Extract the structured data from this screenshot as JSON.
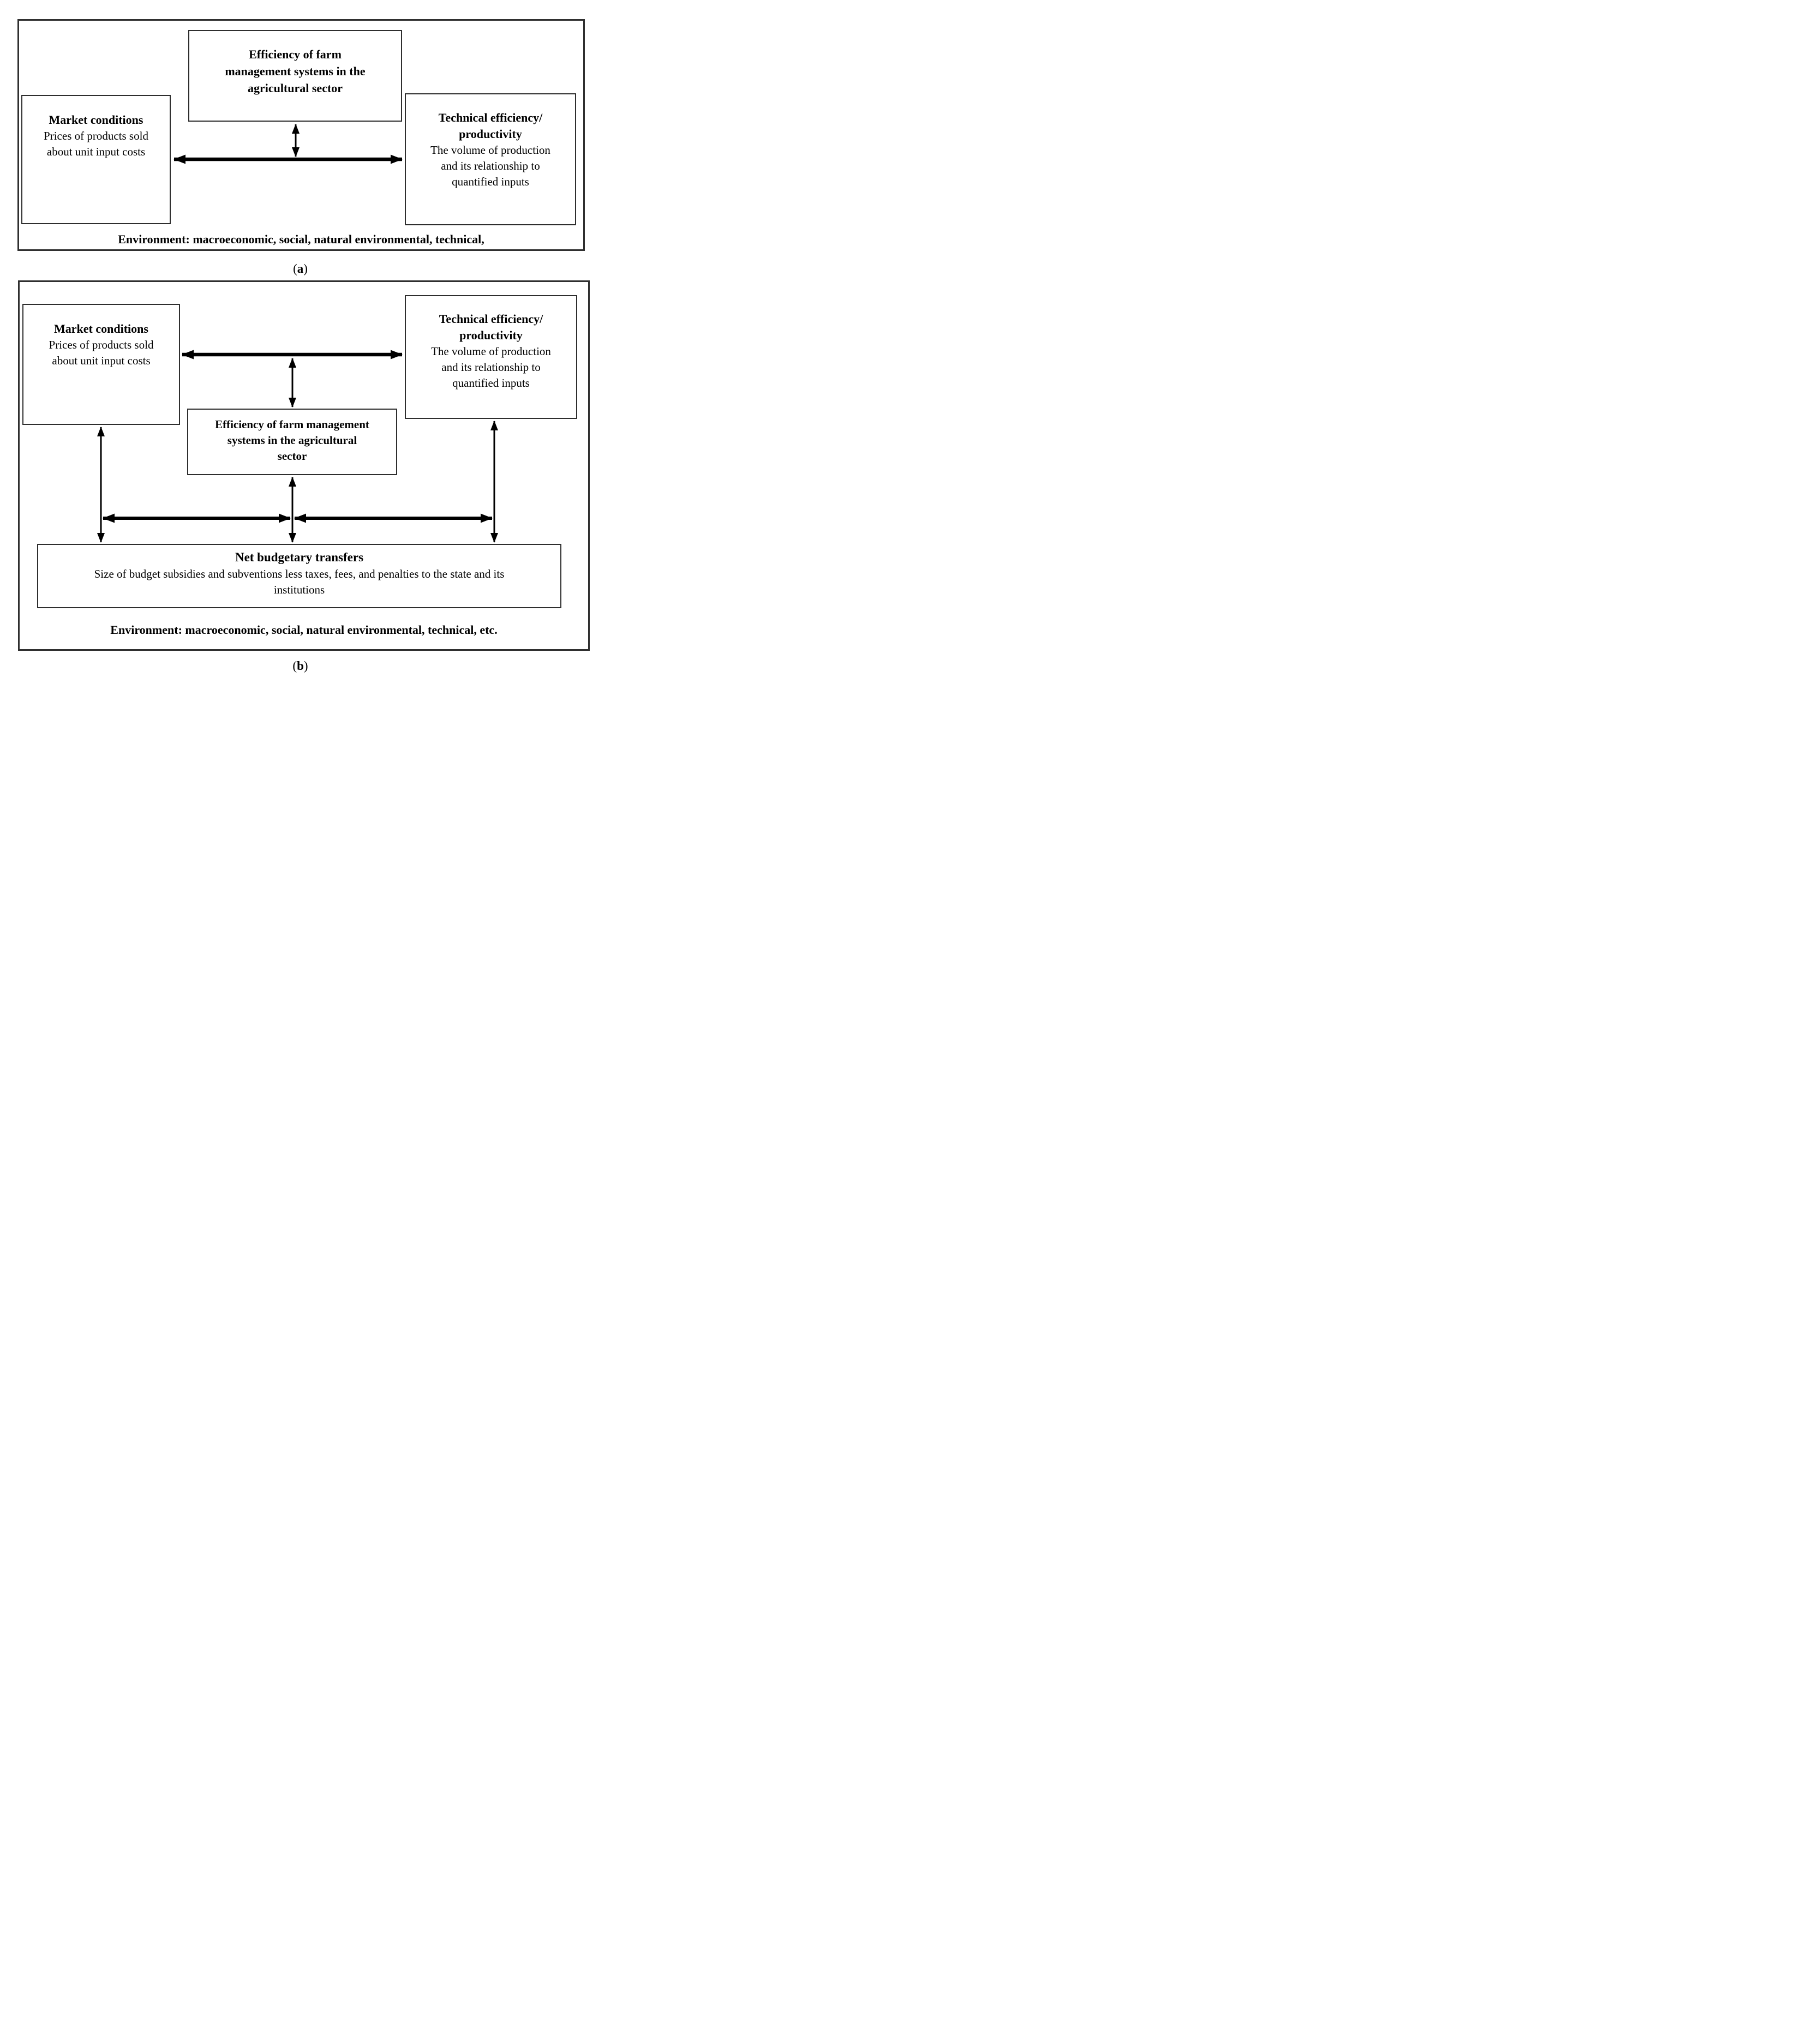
{
  "panel_a": {
    "label": {
      "open": "(",
      "letter": "a",
      "close": ")"
    },
    "efficiency_box": {
      "title": "Efficiency of farm management systems in the agricultural sector"
    },
    "market_box": {
      "title": "Market conditions",
      "body": "Prices of products sold about unit input costs"
    },
    "technical_box": {
      "title": "Technical efficiency/ productivity",
      "body": "The volume of production and its relationship to quantified inputs"
    },
    "environment": "Environment: macroeconomic, social, natural environmental, technical,"
  },
  "panel_b": {
    "label": {
      "open": "(",
      "letter": "b",
      "close": ")"
    },
    "market_box": {
      "title": "Market conditions",
      "body": "Prices of products sold about unit input costs"
    },
    "technical_box": {
      "title": "Technical efficiency/ productivity",
      "body": "The volume of production and its relationship to quantified inputs"
    },
    "efficiency_box": {
      "title": "Efficiency of farm management systems in the agricultural sector"
    },
    "net_box": {
      "title": "Net budgetary transfers",
      "body": "Size of budget subsidies and subventions less taxes, fees, and penalties to the state and its institutions"
    },
    "environment": "Environment: macroeconomic, social, natural environmental, technical, etc."
  }
}
